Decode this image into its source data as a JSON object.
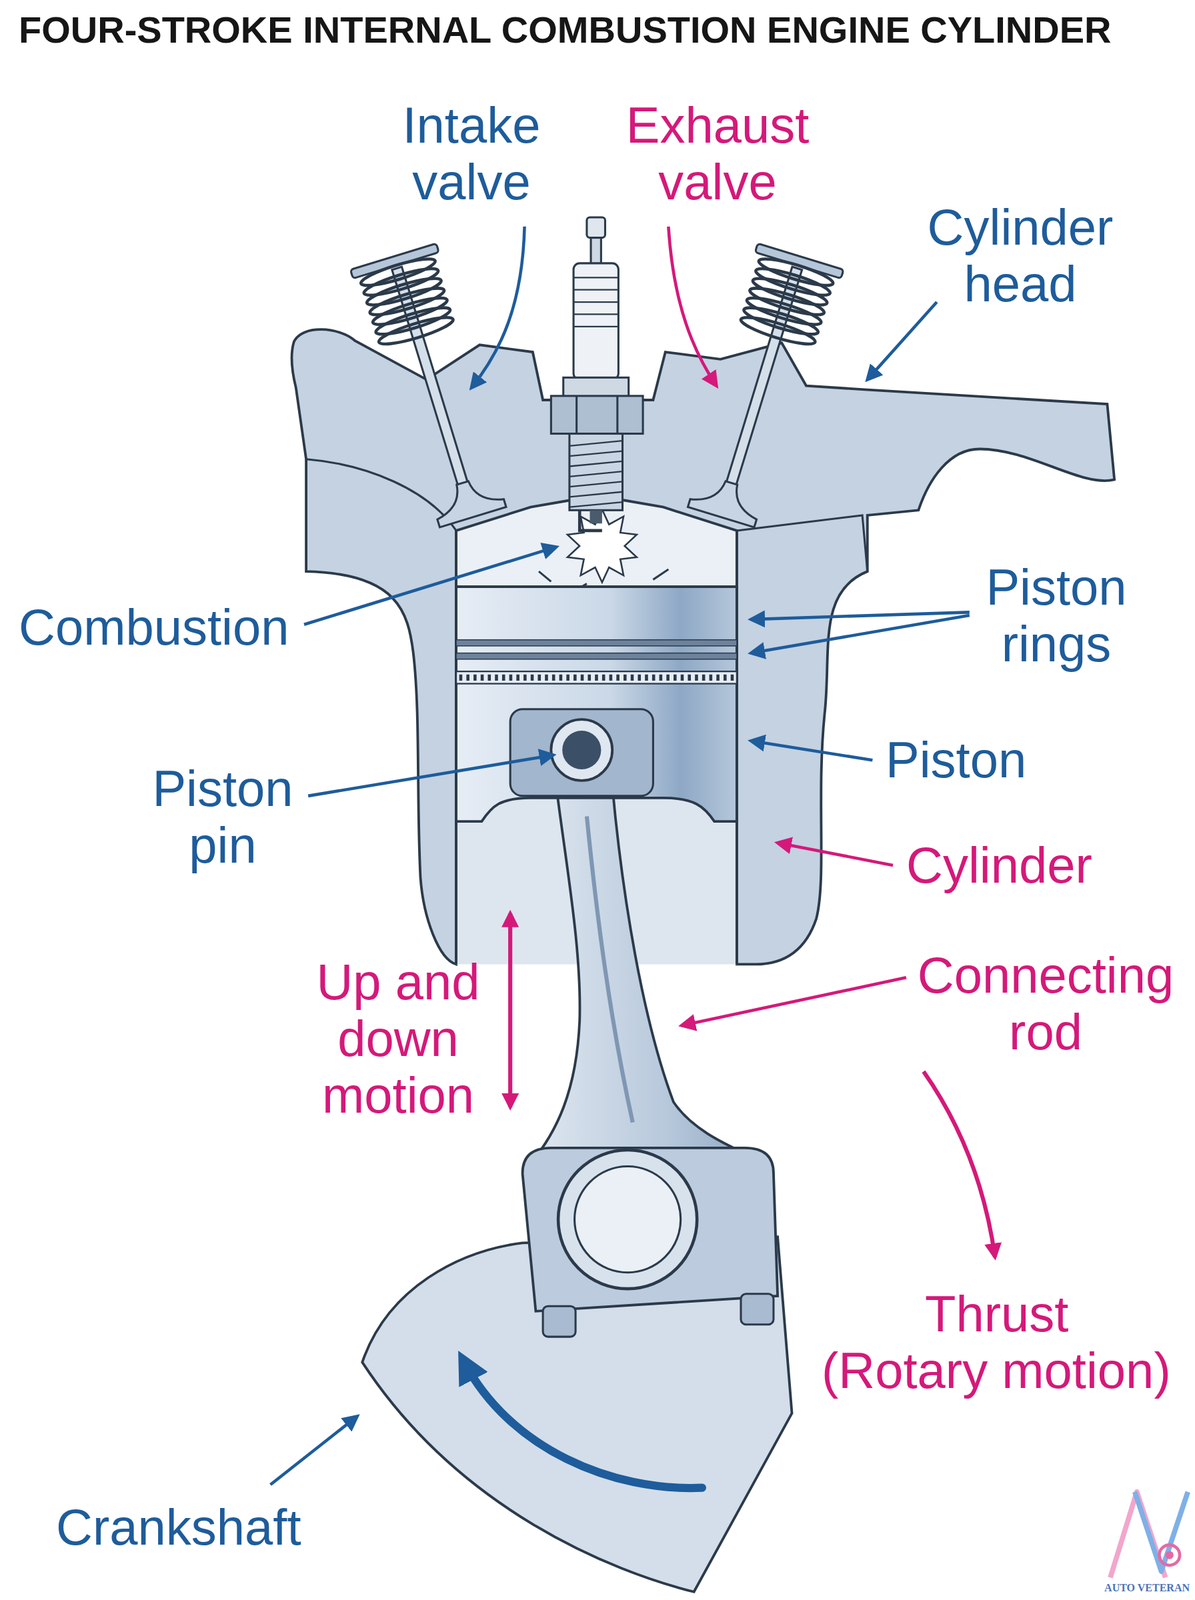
{
  "diagram": {
    "title": "FOUR-STROKE INTERNAL COMBUSTION ENGINE CYLINDER",
    "labels": [
      "Intake valve",
      "Exhaust valve",
      "Cylinder head",
      "Combustion",
      "Piston rings",
      "Piston",
      "Piston pin",
      "Cylinder",
      "Up and down motion",
      "Connecting rod",
      "Thrust (Rotary motion)",
      "Crankshaft",
      "AUTO VETERAN"
    ]
  }
}
